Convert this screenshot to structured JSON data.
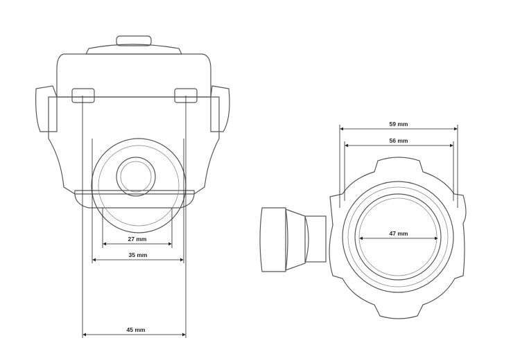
{
  "left_view": {
    "dimensions": [
      {
        "label": "27 mm",
        "value_mm": 27
      },
      {
        "label": "35 mm",
        "value_mm": 35
      },
      {
        "label": "45 mm",
        "value_mm": 45
      }
    ]
  },
  "right_view": {
    "dimensions": [
      {
        "label": "59 mm",
        "value_mm": 59
      },
      {
        "label": "56 mm",
        "value_mm": 56
      },
      {
        "label": "47 mm",
        "value_mm": 47
      }
    ]
  }
}
